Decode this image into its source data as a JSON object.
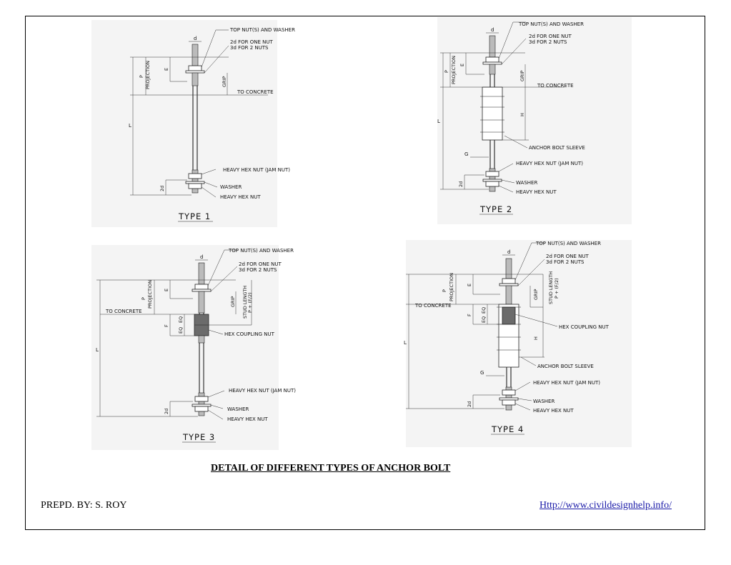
{
  "page_title": "DETAIL OF DIFFERENT TYPES OF ANCHOR BOLT",
  "footer": {
    "prepared_by": "PREPD. BY:    S. ROY",
    "url": "Http://www.civildesignhelp.info/"
  },
  "labels": {
    "top_nut": "TOP NUT(S) AND WASHER",
    "two_d_one": "2d FOR ONE NUT",
    "three_d_two": "3d FOR 2 NUTS",
    "to_concrete": "TO CONCRETE",
    "heavy_jam": "HEAVY HEX NUT (JAM NUT)",
    "washer": "WASHER",
    "heavy_hex": "HEAVY HEX NUT",
    "sleeve": "ANCHOR BOLT SLEEVE",
    "coupling": "HEX COUPLING NUT",
    "stud1": "STUD LENGTH",
    "stud2": "P + (F/2)",
    "d": "d",
    "e": "E",
    "p": "P",
    "projection": "PROJECTION",
    "grip": "GRIP",
    "l": "L",
    "h": "H",
    "g": "G",
    "f": "F",
    "eq": "EQ",
    "two_d": "2d"
  },
  "types": {
    "t1": "TYPE  1",
    "t2": "TYPE  2",
    "t3": "TYPE  3",
    "t4": "TYPE  4"
  }
}
